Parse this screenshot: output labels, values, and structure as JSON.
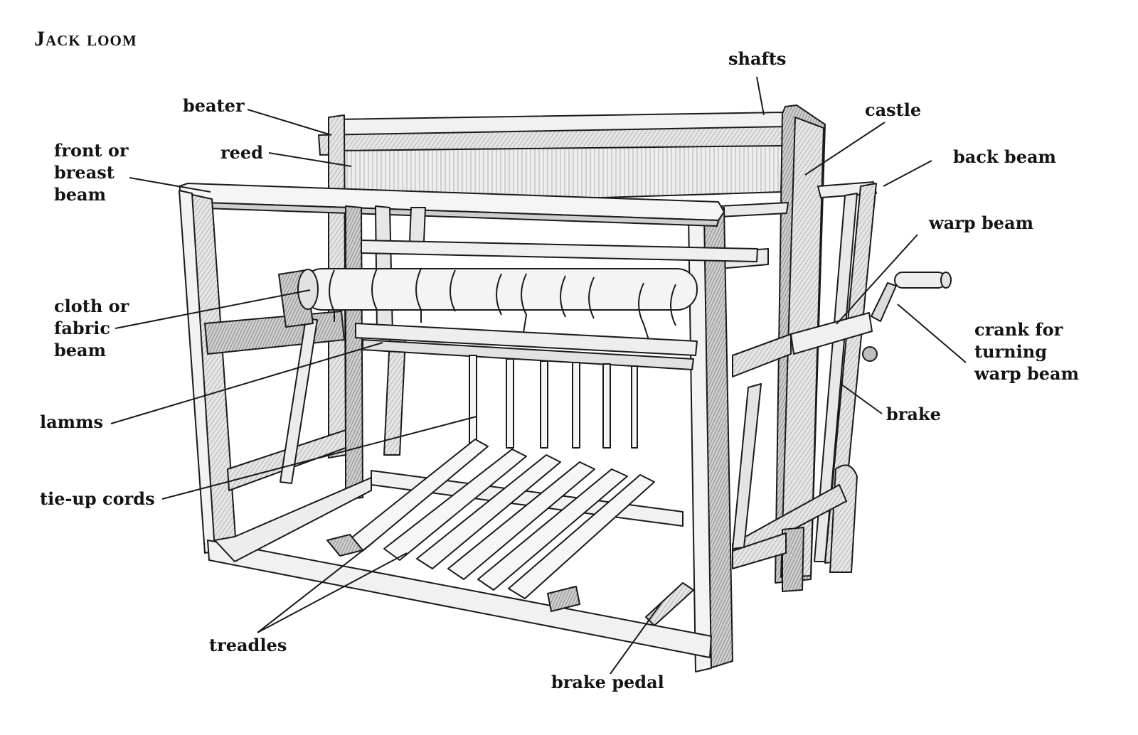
{
  "title": "Jack loom",
  "labels": {
    "shafts": "shafts",
    "beater": "beater",
    "castle": "castle",
    "front_beam": [
      "front or",
      "breast",
      "beam"
    ],
    "reed": "reed",
    "back_beam": "back beam",
    "warp_beam": "warp beam",
    "cloth_beam": [
      "cloth or",
      "fabric",
      "beam"
    ],
    "crank": [
      "crank for",
      "turning",
      "warp beam"
    ],
    "lamms": "lamms",
    "brake": "brake",
    "tie_up_cords": "tie-up cords",
    "treadles": "treadles",
    "brake_pedal": "brake pedal"
  },
  "colors": {
    "ink": "#1a1a1a",
    "shade": "#9a9a9a",
    "wood_light": "#f3f3f3",
    "wood_mid": "#d6d6d6"
  }
}
